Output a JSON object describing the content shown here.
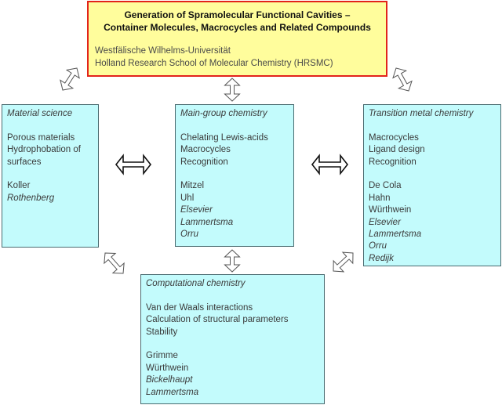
{
  "title_box": {
    "heading_line1": "Generation of Spramolecular Functional Cavities –",
    "heading_line2": "Container Molecules, Macrocycles and Related Compounds",
    "institution1": "Westfälische Wilhelms-Universität",
    "institution2": "Holland Research School of Molecular Chemistry (HRSMC)"
  },
  "boxes": {
    "material": {
      "title": "Material science",
      "topics": [
        "Porous materials",
        "Hydrophobation of",
        "surfaces"
      ],
      "people": [
        {
          "name": "Koller",
          "italic": false
        },
        {
          "name": "Rothenberg",
          "italic": true
        }
      ]
    },
    "main": {
      "title": "Main-group chemistry",
      "topics": [
        "Chelating Lewis-acids",
        "Macrocycles",
        "Recognition"
      ],
      "people": [
        {
          "name": "Mitzel",
          "italic": false
        },
        {
          "name": "Uhl",
          "italic": false
        },
        {
          "name": "Elsevier",
          "italic": true
        },
        {
          "name": "Lammertsma",
          "italic": true
        },
        {
          "name": "Orru",
          "italic": true
        }
      ]
    },
    "transition": {
      "title": "Transition metal chemistry",
      "topics": [
        "Macrocycles",
        "Ligand design",
        "Recognition"
      ],
      "people": [
        {
          "name": "De Cola",
          "italic": false
        },
        {
          "name": "Hahn",
          "italic": false
        },
        {
          "name": "Würthwein",
          "italic": false
        },
        {
          "name": "Elsevier",
          "italic": true
        },
        {
          "name": "Lammertsma",
          "italic": true
        },
        {
          "name": "Orru",
          "italic": true
        },
        {
          "name": "Redijk",
          "italic": true
        }
      ]
    },
    "computational": {
      "title": "Computational chemistry",
      "topics": [
        "Van der Waals interactions",
        "Calculation of structural parameters",
        "Stability"
      ],
      "people": [
        {
          "name": "Grimme",
          "italic": false
        },
        {
          "name": "Würthwein",
          "italic": false
        },
        {
          "name": "Bickelhaupt",
          "italic": true
        },
        {
          "name": "Lammertsma",
          "italic": true
        }
      ]
    }
  },
  "colors": {
    "title_fill": "#fffd9c",
    "title_border": "#e2231a",
    "box_fill": "#c3fbfc",
    "box_border": "#4a6b70"
  }
}
